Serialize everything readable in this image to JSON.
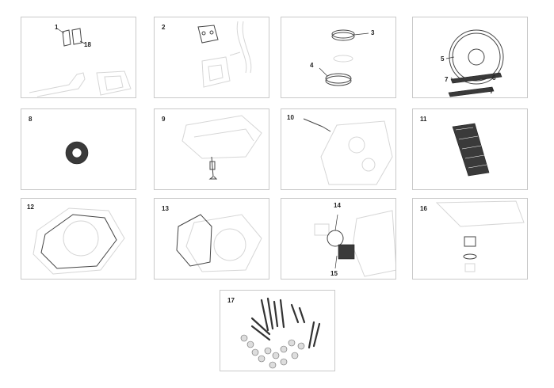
{
  "panels": [
    {
      "number": "1",
      "callouts": [
        "18"
      ]
    },
    {
      "number": "2",
      "callouts": []
    },
    {
      "number": "",
      "callouts": [
        "3",
        "4"
      ]
    },
    {
      "number": "",
      "callouts": [
        "5",
        "7",
        "6",
        "7"
      ]
    },
    {
      "number": "8",
      "callouts": []
    },
    {
      "number": "9",
      "callouts": []
    },
    {
      "number": "10",
      "callouts": []
    },
    {
      "number": "11",
      "callouts": []
    },
    {
      "number": "12",
      "callouts": []
    },
    {
      "number": "13",
      "callouts": []
    },
    {
      "number": "",
      "callouts": [
        "14",
        "15"
      ]
    },
    {
      "number": "16",
      "callouts": []
    },
    {
      "number": "17",
      "callouts": []
    }
  ],
  "colors": {
    "border": "#c9c9c9",
    "ghost_line": "#d6d6d6",
    "part_line": "#444444"
  }
}
